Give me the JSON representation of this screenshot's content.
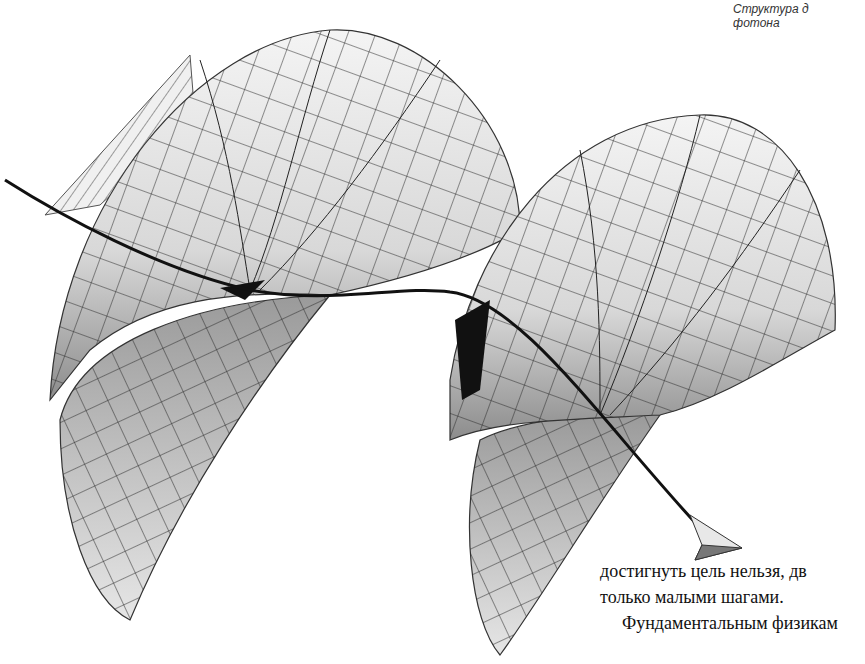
{
  "diagram": {
    "caption": "Структура д фотона",
    "labels": [
      "достигнуть цель нельзя, дв только малыми шагами.",
      "Фундаментальным физикам"
    ]
  }
}
